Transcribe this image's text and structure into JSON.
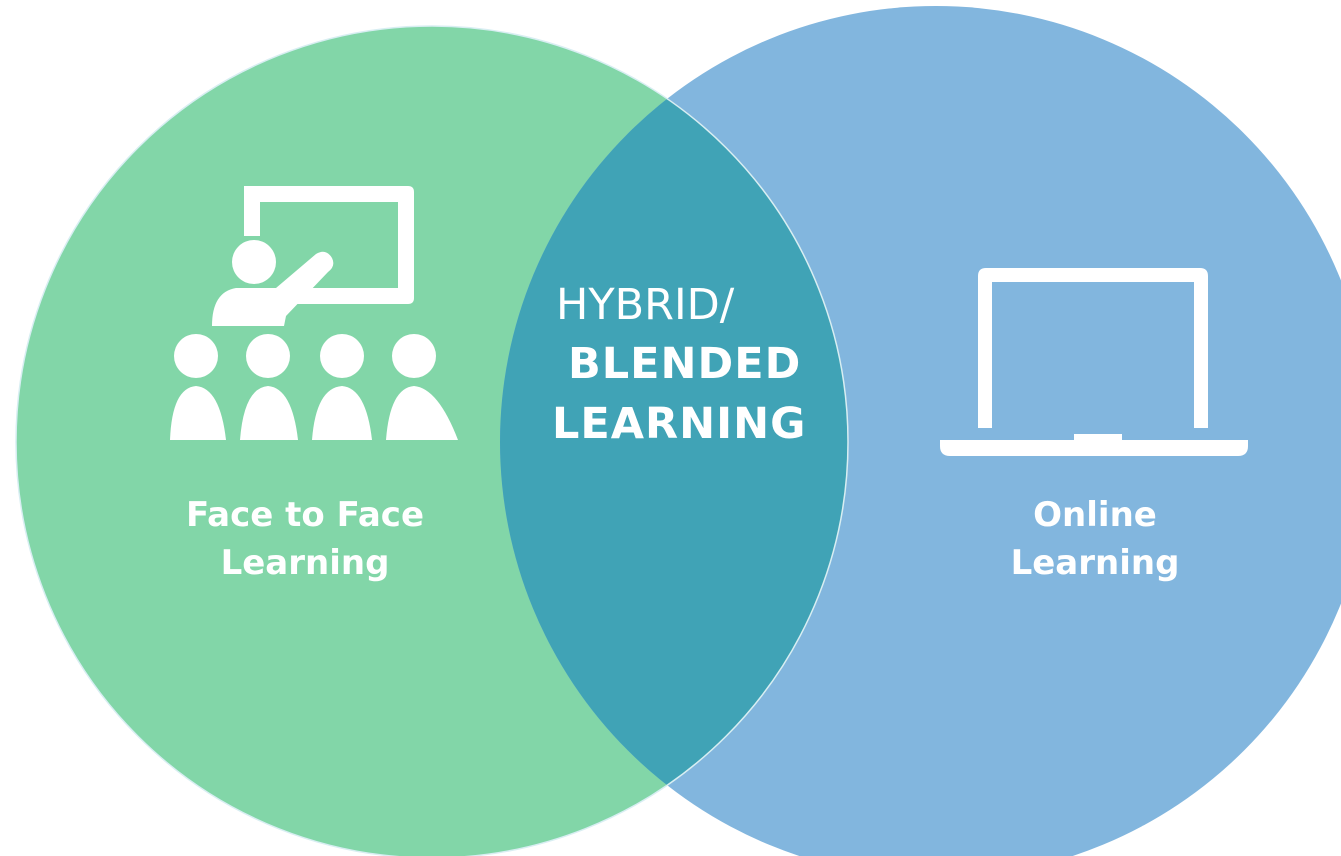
{
  "colors": {
    "left_circle": "#82d6a8",
    "right_circle": "#82b6de",
    "overlap": "#40a3b6",
    "text": "#ffffff"
  },
  "left": {
    "icon": "teacher-classroom-icon",
    "label_line1": "Face to Face",
    "label_line2": "Learning"
  },
  "right": {
    "icon": "laptop-icon",
    "label_line1": "Online",
    "label_line2": "Learning"
  },
  "overlap": {
    "line1": "HYBRID/",
    "line2": "BLENDED",
    "line3": "LEARNING"
  }
}
